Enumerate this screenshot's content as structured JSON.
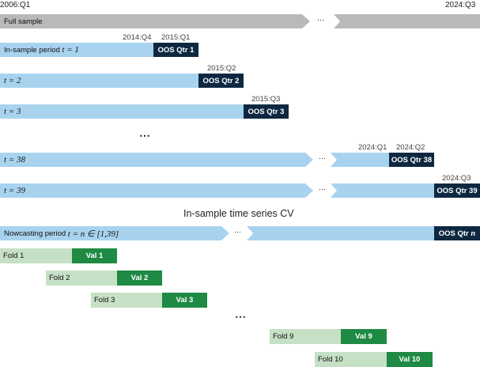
{
  "colors": {
    "full_sample": "#b9b9b9",
    "in_sample": "#a8d3ef",
    "oos": "#0e2841",
    "fold": "#c6e0c5",
    "val": "#1e8a44"
  },
  "top_labels": {
    "start": "2006:Q1",
    "end": "2024:Q3"
  },
  "full_sample": {
    "label": "Full sample",
    "dots": "⋯"
  },
  "rows": [
    {
      "label_prefix": "In-sample period ",
      "label_math": "t = 1",
      "oos_label": "OOS Qtr 1",
      "date_before": "2014:Q4",
      "date_oos": "2015:Q1",
      "dots": ""
    },
    {
      "label_prefix": "",
      "label_math": "t = 2",
      "oos_label": "OOS Qtr 2",
      "date_before": "",
      "date_oos": "2015:Q2",
      "dots": ""
    },
    {
      "label_prefix": "",
      "label_math": "t = 3",
      "oos_label": "OOS Qtr 3",
      "date_before": "",
      "date_oos": "2015:Q3",
      "dots": ""
    },
    {
      "label_prefix": "",
      "label_math": "t = 38",
      "oos_label": "OOS Qtr 38",
      "date_before": "2024:Q1",
      "date_oos": "2024:Q2",
      "dots": "⋯"
    },
    {
      "label_prefix": "",
      "label_math": "t = 39",
      "oos_label": "OOS Qtr 39",
      "date_before": "",
      "date_oos": "2024:Q3",
      "dots": "⋯"
    }
  ],
  "row_gap_dots": "⋯",
  "cv_title": "In-sample time series CV",
  "nowcasting": {
    "label_prefix": "Nowcasting period ",
    "label_math": "t = n ∈ [1,39]",
    "oos_label_prefix": "OOS Qtr ",
    "oos_label_math": "n",
    "dots": "⋯"
  },
  "folds": [
    {
      "fold": "Fold 1",
      "val": "Val 1"
    },
    {
      "fold": "Fold 2",
      "val": "Val 2"
    },
    {
      "fold": "Fold 3",
      "val": "Val 3"
    },
    {
      "fold": "Fold 9",
      "val": "Val 9"
    },
    {
      "fold": "Fold 10",
      "val": "Val 10"
    }
  ],
  "fold_gap_dots": "⋯"
}
